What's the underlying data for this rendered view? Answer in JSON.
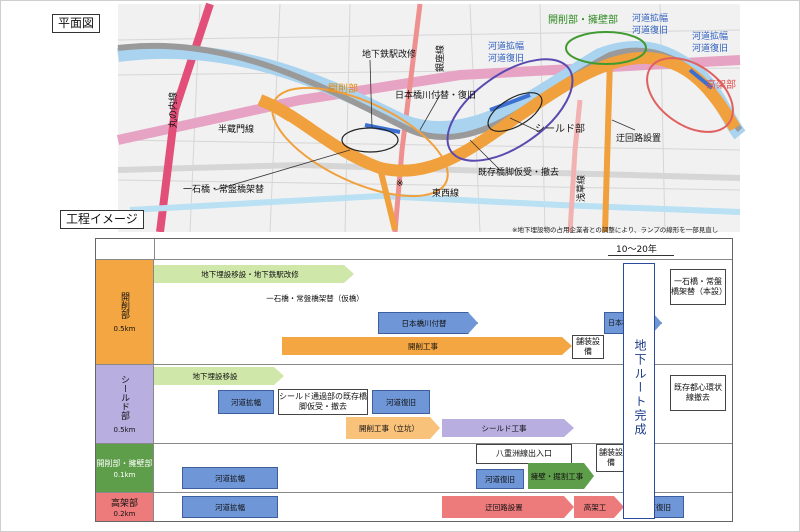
{
  "section_labels": {
    "plan": "平面図",
    "process": "工程イメージ"
  },
  "map": {
    "labels": {
      "kaisaku": "開削部",
      "kaisaku_yoheki": "開削部・擁壁部",
      "kasen_kakuhaba_1": "河道拡幅",
      "kasen_fukkyu_1": "河道復旧",
      "kasen_kakuhaba_2": "河道拡幅",
      "kasen_fukkyu_2": "河道復旧",
      "kasen_kakuhaba_3": "河道拡幅",
      "kasen_fukkyu_3": "河道復旧",
      "koka": "高架部",
      "chika_tetsu": "地下鉄駅改修",
      "nihonbashi": "日本橋川付替・復旧",
      "shield": "シールド部",
      "kizon_kyakyaku": "既存橋脚仮受・撤去",
      "ukairo": "迂回路設置",
      "ichikoku": "一石橋・常盤橋架替",
      "hanzomon": "半蔵門線",
      "marunouchi": "丸の内線",
      "tozai": "東西線",
      "ginza": "銀座線",
      "asakusa": "浅草線",
      "kome": "※"
    },
    "note": "※地下埋設物の占用企業者との調整により、ランプの線形を一部見直し"
  },
  "chart": {
    "years_label": "10～20年",
    "final_vertical": "地下ルート完成",
    "rows": [
      {
        "name": "開削部",
        "km": "0.5km"
      },
      {
        "name": "シールド部",
        "km": "0.5km"
      },
      {
        "name": "開削部・擁壁部",
        "km": "0.1km"
      },
      {
        "name": "高架部",
        "km": "0.2km"
      }
    ],
    "bars": {
      "r1a": "地下埋設移設・地下鉄駅改修",
      "r1b": "一石橋・常盤橋架替（仮橋）",
      "r1c": "日本橋川付替",
      "r1d": "開削工事",
      "r1e": "舗装設備",
      "r1f": "日本橋川復旧",
      "r1g": "一石橋・常盤橋架替（本設）",
      "r2a": "地下埋設移設",
      "r2b": "河道拡幅",
      "r2c": "シールド通過部の既存橋脚仮受・撤去",
      "r2d": "河道復旧",
      "r2e": "開削工事（立坑）",
      "r2f": "シールド工事",
      "r2g": "既存都心環状線撤去",
      "r3a": "八重洲線出入口",
      "r3b": "河道拡幅",
      "r3c": "河道復旧",
      "r3d": "擁壁・掘割工事",
      "r3e": "舗装設備",
      "r4a": "河道拡幅",
      "r4b": "迂回路設置",
      "r4c": "高架工",
      "r4d": "河道復旧"
    }
  },
  "colors": {
    "orange": "#f3a642",
    "purple": "#6b5bb3",
    "green": "#4a9a3a",
    "red": "#e06060",
    "blue": "#3b6fd1"
  }
}
